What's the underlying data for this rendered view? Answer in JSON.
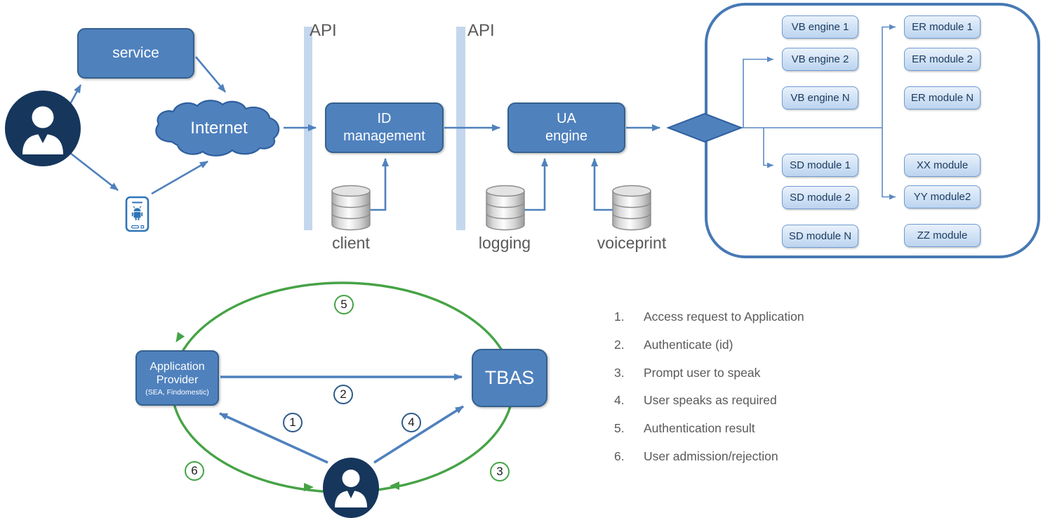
{
  "top_flow": {
    "service": "service",
    "internet": "Internet",
    "api_left": "API",
    "api_right": "API",
    "id_management_line1": "ID",
    "id_management_line2": "management",
    "ua_engine_line1": "UA",
    "ua_engine_line2": "engine",
    "db_client": "client",
    "db_logging": "logging",
    "db_voiceprint": "voiceprint",
    "modules": [
      "VB engine 1",
      "VB engine 2",
      "VB engine N",
      "ER module 1",
      "ER module 2",
      "ER module N",
      "SD module 1",
      "SD module 2",
      "SD module N",
      "XX module",
      "YY module2",
      "ZZ module"
    ]
  },
  "sequence": {
    "app_provider_line1": "Application",
    "app_provider_line2": "Provider",
    "app_provider_subtitle": "(SEA, Findomestic)",
    "tbas": "TBAS",
    "badges": {
      "b1": "1",
      "b2": "2",
      "b3": "3",
      "b4": "4",
      "b5": "5",
      "b6": "6"
    },
    "steps": [
      {
        "num": "1.",
        "text": "Access request to Application"
      },
      {
        "num": "2.",
        "text": "Authenticate (id)"
      },
      {
        "num": "3.",
        "text": "Prompt user to speak"
      },
      {
        "num": "4.",
        "text": "User speaks as required"
      },
      {
        "num": "5.",
        "text": "Authentication result"
      },
      {
        "num": "6.",
        "text": "User admission/rejection"
      }
    ]
  },
  "colors": {
    "primary_blue": "#4f81bd",
    "box_border_blue": "#35618e",
    "dark_navy": "#16365c",
    "green": "#46a346",
    "connector_blue": "#5b8ac2",
    "api_bar": "#c4d7ed",
    "container_border": "#4779b4",
    "gray_text": "#595959"
  }
}
